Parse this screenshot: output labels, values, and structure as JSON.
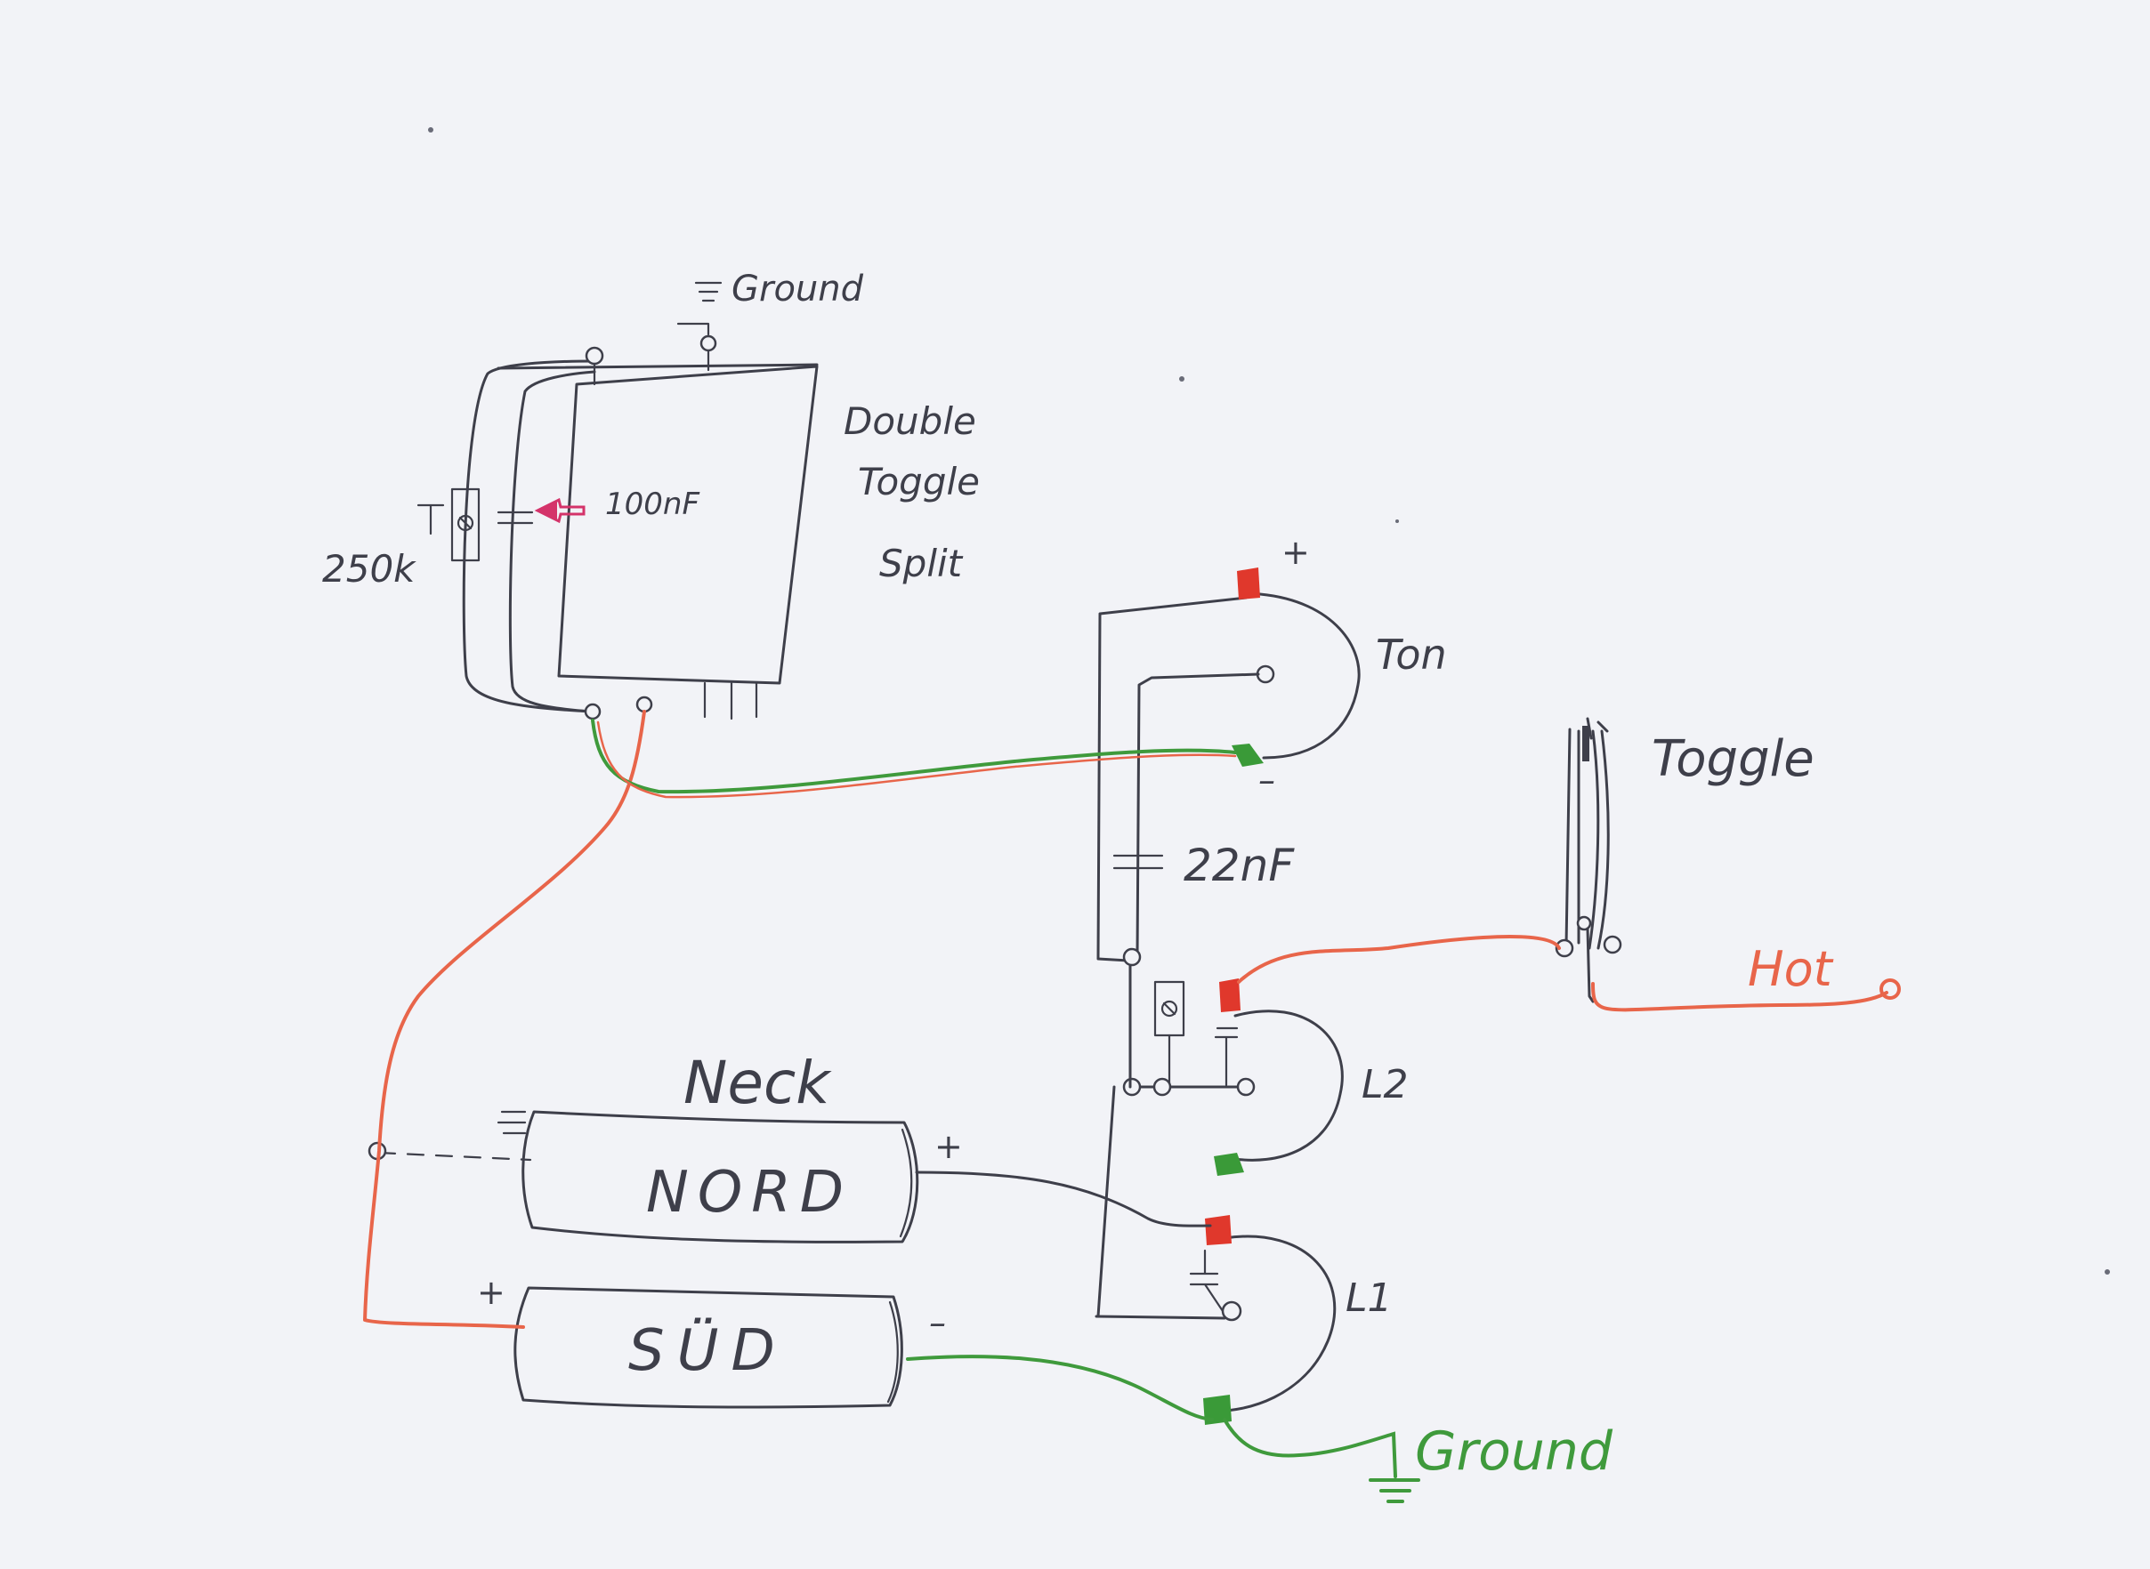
{
  "labels": {
    "ground_top": "Ground",
    "double": "Double",
    "toggle_split_1": "Toggle",
    "split": "Split",
    "cap_100": "100nF",
    "pot_250": "250k",
    "ton": "Ton",
    "plus_ton": "+",
    "minus_ton": "–",
    "cap_22": "22nF",
    "toggle": "Toggle",
    "hot": "Hot",
    "l2": "L2",
    "l1": "L1",
    "neck": "Neck",
    "nord": "NORD",
    "sud": "SÜD",
    "plus_nord": "+",
    "plus_sud": "+",
    "minus_sud": "–",
    "ground_bottom": "Ground"
  },
  "colors": {
    "paper": "#f2f3f7",
    "ink": "#3e3f4a",
    "red_wire": "#e8654a",
    "green_wire": "#3f9a3c",
    "red_marker": "#e0382c",
    "green_marker": "#3a9a38",
    "pink_marker": "#d4336a"
  }
}
